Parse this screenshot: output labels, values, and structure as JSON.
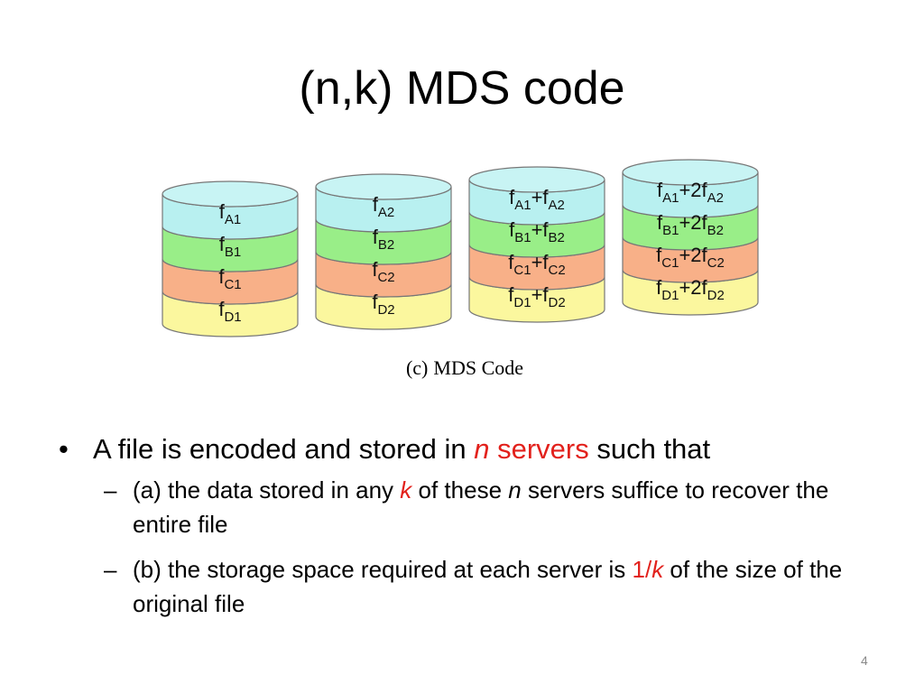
{
  "title": "(n,k) MDS code",
  "figure": {
    "caption_label": "(c)",
    "caption_text": "MDS Code",
    "colors": {
      "top": "#c8f4f4",
      "row_a": "#b8f0f0",
      "row_b": "#99ee88",
      "row_c": "#f8b088",
      "row_d": "#fbf79e",
      "stroke": "#777777"
    },
    "cylinders": [
      {
        "rows": [
          {
            "base": "f",
            "sub": "A1"
          },
          {
            "base": "f",
            "sub": "B1"
          },
          {
            "base": "f",
            "sub": "C1"
          },
          {
            "base": "f",
            "sub": "D1"
          }
        ]
      },
      {
        "rows": [
          {
            "base": "f",
            "sub": "A2"
          },
          {
            "base": "f",
            "sub": "B2"
          },
          {
            "base": "f",
            "sub": "C2"
          },
          {
            "base": "f",
            "sub": "D2"
          }
        ]
      },
      {
        "rows": [
          {
            "base": "f",
            "sub": "A1",
            "mid": "+f",
            "sub2": "A2"
          },
          {
            "base": "f",
            "sub": "B1",
            "mid": "+f",
            "sub2": "B2"
          },
          {
            "base": "f",
            "sub": "C1",
            "mid": "+f",
            "sub2": "C2"
          },
          {
            "base": "f",
            "sub": "D1",
            "mid": "+f",
            "sub2": "D2"
          }
        ]
      },
      {
        "rows": [
          {
            "base": "f",
            "sub": "A1",
            "mid": "+2f",
            "sub2": "A2"
          },
          {
            "base": "f",
            "sub": "B1",
            "mid": "+2f",
            "sub2": "B2"
          },
          {
            "base": "f",
            "sub": "C1",
            "mid": "+2f",
            "sub2": "C2"
          },
          {
            "base": "f",
            "sub": "D1",
            "mid": "+2f",
            "sub2": "D2"
          }
        ]
      }
    ]
  },
  "bullets": {
    "main": {
      "part1": "A file is encoded and stored in ",
      "n": "n",
      "servers": " servers",
      "part2": " such that"
    },
    "sub_a": {
      "part1": "(a) the data stored in any ",
      "k": "k",
      "part2": " of these ",
      "n": "n",
      "part3": " servers suffice to recover the entire file"
    },
    "sub_b": {
      "part1": "(b) the storage space required at each server is ",
      "one": "1/",
      "k": "k",
      "part2": " of the size of the original file"
    }
  },
  "page_number": "4"
}
